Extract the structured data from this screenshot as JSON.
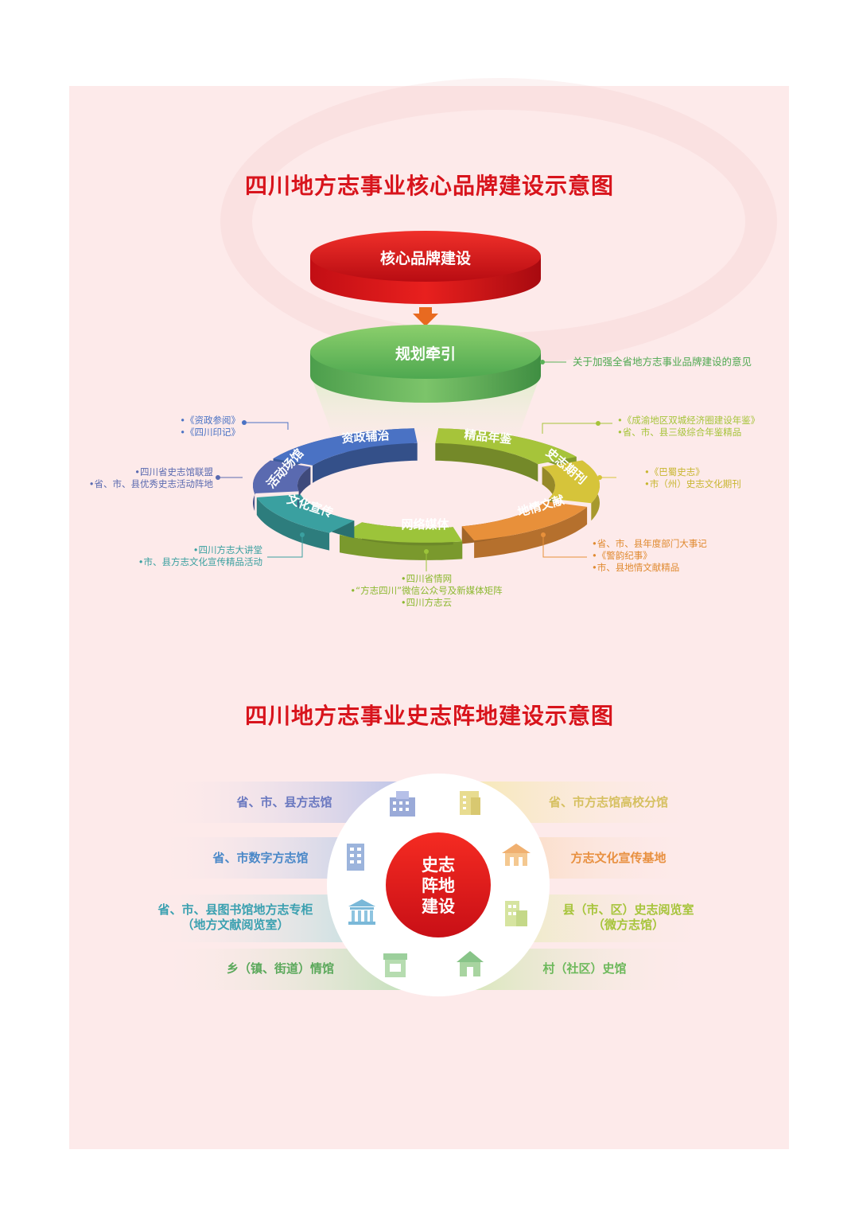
{
  "diagram1": {
    "title": "四川地方志事业核心品牌建设示意图",
    "top_node": "核心品牌建设",
    "mid_node": "规划牵引",
    "mid_note": "关于加强全省地方志事业品牌建设的意见",
    "segments": [
      {
        "label": "资政辅治",
        "notes": [
          "•《资政参阅》",
          "•《四川印记》"
        ]
      },
      {
        "label": "精品年鉴",
        "notes": [
          "•《成渝地区双城经济圈建设年鉴》",
          "•省、市、县三级综合年鉴精品"
        ]
      },
      {
        "label": "史志期刊",
        "notes": [
          "•《巴蜀史志》",
          "•市（州）史志文化期刊"
        ]
      },
      {
        "label": "地情文献",
        "notes": [
          "•省、市、县年度部门大事记",
          "•《警韵纪事》",
          "•市、县地情文献精品"
        ]
      },
      {
        "label": "网络媒体",
        "notes": [
          "•四川省情网",
          "•“方志四川”微信公众号及新媒体矩阵",
          "•四川方志云"
        ]
      },
      {
        "label": "文化宣传",
        "notes": [
          "•四川方志大讲堂",
          "•市、县方志文化宣传精品活动"
        ]
      },
      {
        "label": "活动场馆",
        "notes": [
          "•四川省史志馆联盟",
          "•省、市、县优秀史志活动阵地"
        ]
      }
    ]
  },
  "diagram2": {
    "title": "四川地方志事业史志阵地建设示意图",
    "center": [
      "史志",
      "阵地",
      "建设"
    ],
    "left": [
      {
        "label": "省、市、县方志馆",
        "icon": "building-icon"
      },
      {
        "label": "省、市数字方志馆",
        "icon": "tower-icon"
      },
      {
        "label": "省、市、县图书馆地方志专柜",
        "label2": "（地方文献阅览室）",
        "icon": "library-icon"
      },
      {
        "label": "乡（镇、街道）情馆",
        "icon": "shop-icon"
      }
    ],
    "right": [
      {
        "label": "省、市方志馆高校分馆",
        "icon": "office-icon"
      },
      {
        "label": "方志文化宣传基地",
        "icon": "pavilion-icon"
      },
      {
        "label": "县（市、区）史志阅览室",
        "label2": "（微方志馆）",
        "icon": "apartment-icon"
      },
      {
        "label": "村（社区）史馆",
        "icon": "house-icon"
      }
    ]
  },
  "colors": {
    "red": "#d8141c",
    "green": "#5cb25a",
    "blue": "#4a72c4",
    "yellowgreen": "#a6c43a",
    "gold": "#d6c43a",
    "orange": "#e8903a",
    "lime": "#9cc43a",
    "teal": "#3aa0a0",
    "navy": "#5a6ab0"
  }
}
